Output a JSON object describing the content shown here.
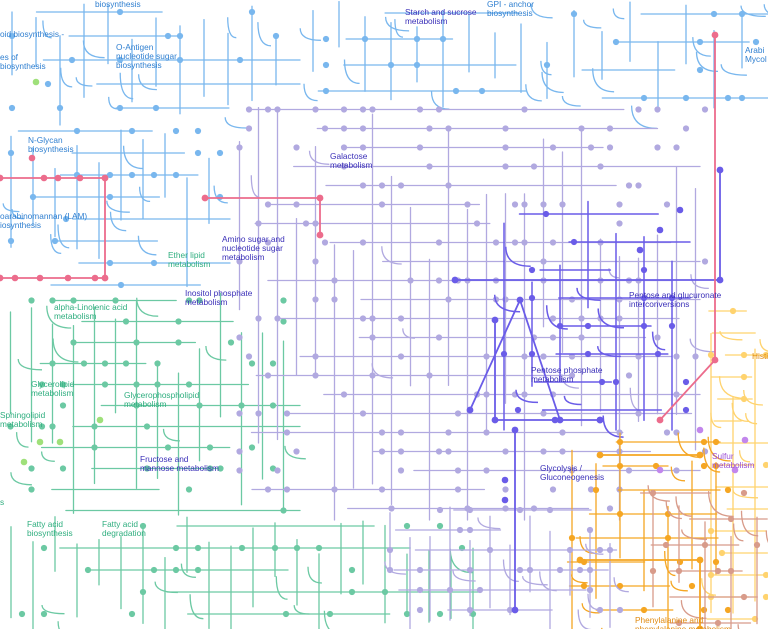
{
  "map": {
    "colors": {
      "glycan": "#79b7ee",
      "lipid": "#6cc9a3",
      "lipid_light": "#9fe07a",
      "carb": "#b1a9e0",
      "carb_core": "#6a5ce8",
      "carb_violet": "#c286ec",
      "energy": "#ec6c8c",
      "amino": "#f5a623",
      "amino_light": "#ffd36e",
      "nucleotide": "#d89b8a",
      "teal": "#7fd0c8"
    },
    "labels": [
      {
        "id": "biosynthesis-top",
        "text": "biosynthesis",
        "group": "glycan"
      },
      {
        "id": "lipid-biosynthesis",
        "text": "oid biosynthesis -",
        "group": "glycan"
      },
      {
        "id": "starch-sucrose",
        "text": "Starch and sucrose\nmetabolism",
        "group": "carb_core"
      },
      {
        "id": "gpi-anchor",
        "text": "GPI - anchor\nbiosynthesis",
        "group": "glycan"
      },
      {
        "id": "arabinogalactan",
        "text": "Arabi\nMycol",
        "group": "glycan"
      },
      {
        "id": "glycosphingolipid",
        "text": "es of\nbiosynthesis",
        "group": "glycan"
      },
      {
        "id": "o-antigen",
        "text": "O-Antigen\nnucleotide sugar\nbiosynthesis",
        "group": "glycan"
      },
      {
        "id": "n-glycan",
        "text": "N-Glycan\nbiosynthesis",
        "group": "glycan"
      },
      {
        "id": "galactose",
        "text": "Galactose\nmetabolism",
        "group": "carb_core"
      },
      {
        "id": "lam",
        "text": "oarabinomannan (LAM)\niosynthesis",
        "group": "glycan"
      },
      {
        "id": "amino-sugar",
        "text": "Amino sugar and\nnucleotide sugar\nmetabolism",
        "group": "carb_core"
      },
      {
        "id": "ether-lipid",
        "text": "Ether lipid\nmetabolism",
        "group": "lipid"
      },
      {
        "id": "inositol-phosphate",
        "text": "Inositol phosphate\nmetabolism",
        "group": "carb_core"
      },
      {
        "id": "alpha-linolenic",
        "text": "alpha-Linolenic acid\nmetabolism",
        "group": "lipid"
      },
      {
        "id": "pentose-glucuronate",
        "text": "Pentose and glucuronate\ninterconversions",
        "group": "carb_core"
      },
      {
        "id": "pentose-phosphate",
        "text": "Pentose phosphate\nmetabolism",
        "group": "carb_core"
      },
      {
        "id": "histidine",
        "text": "Histi",
        "group": "amino"
      },
      {
        "id": "glycerolipid",
        "text": "Glycerolipid\nmetabolism",
        "group": "lipid"
      },
      {
        "id": "glycerophospholipid",
        "text": "Glycerophospholipid\nmetabolism",
        "group": "lipid"
      },
      {
        "id": "sphingolipid",
        "text": "Sphingolipid\nmetabolism",
        "group": "lipid"
      },
      {
        "id": "fructose-mannose",
        "text": "Fructose and\nmannose metabolism",
        "group": "carb_core"
      },
      {
        "id": "sulfur",
        "text": "Sulfur\nmetabolism",
        "group": "carb_violet"
      },
      {
        "id": "glycolysis",
        "text": "Glycolysis /\nGluconeogenesis",
        "group": "carb_core"
      },
      {
        "id": "edge-s",
        "text": "s",
        "group": "lipid"
      },
      {
        "id": "fatty-acid-biosynthesis",
        "text": "Fatty acid\nbiosynthesis",
        "group": "lipid"
      },
      {
        "id": "fatty-acid-degradation",
        "text": "Fatty acid\ndegradation",
        "group": "lipid"
      },
      {
        "id": "phenylalanine",
        "text": "Phenylalanine and\nphenylalanine metabolism",
        "group": "amino"
      }
    ]
  }
}
